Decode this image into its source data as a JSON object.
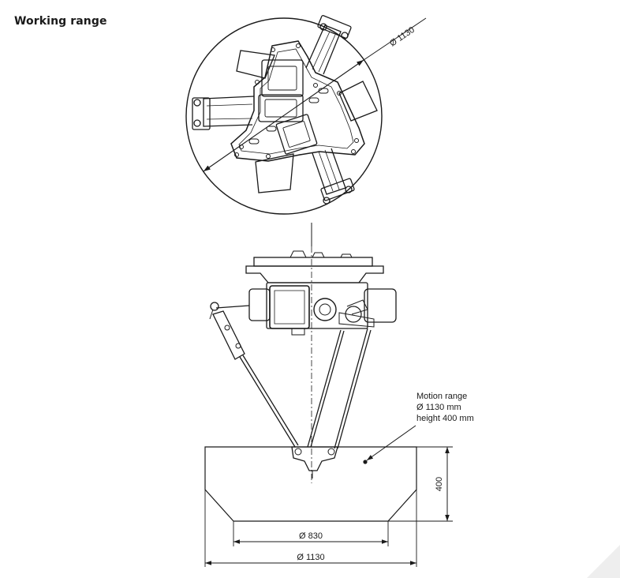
{
  "title": "Working range",
  "top_view": {
    "diameter_label": "Ø 1130"
  },
  "motion_note": {
    "line1": "Motion range",
    "line2": "Ø 1130 mm",
    "line3": "height 400 mm"
  },
  "dimensions": {
    "height_label": "400",
    "inner_width_label": "Ø 830",
    "outer_width_label": "Ø 1130"
  }
}
